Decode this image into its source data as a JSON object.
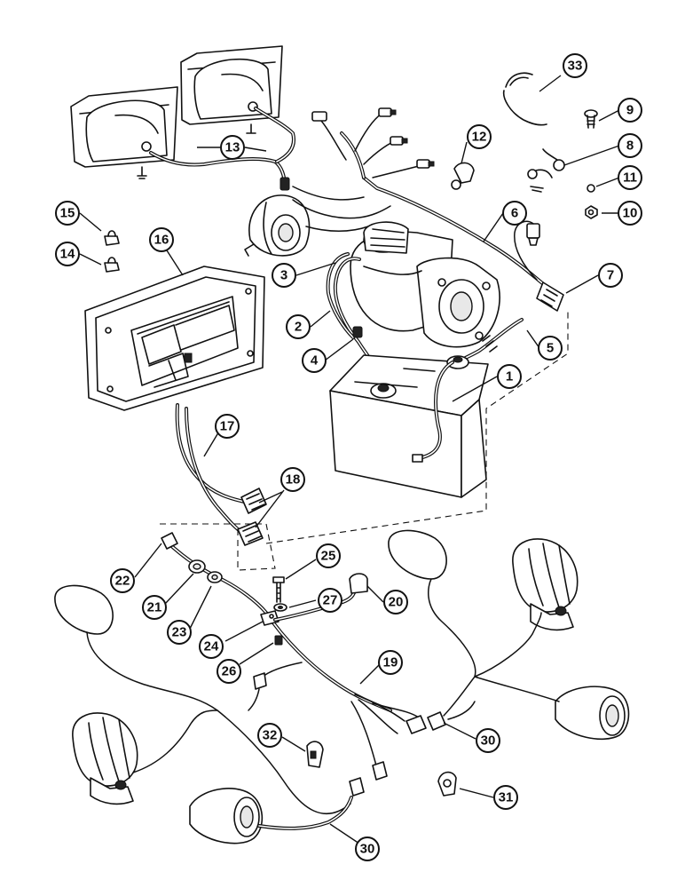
{
  "callouts": {
    "c1": "1",
    "c2": "2",
    "c3": "3",
    "c4": "4",
    "c5": "5",
    "c6": "6",
    "c7": "7",
    "c8": "8",
    "c9": "9",
    "c10": "10",
    "c11": "11",
    "c12": "12",
    "c13": "13",
    "c14": "14",
    "c15": "15",
    "c16": "16",
    "c17": "17",
    "c18": "18",
    "c19": "19",
    "c20": "20",
    "c21": "21",
    "c22": "22",
    "c23": "23",
    "c24": "24",
    "c25": "25",
    "c26": "26",
    "c27": "27",
    "c30a": "30",
    "c30b": "30",
    "c31": "31",
    "c32": "32",
    "c33": "33"
  }
}
